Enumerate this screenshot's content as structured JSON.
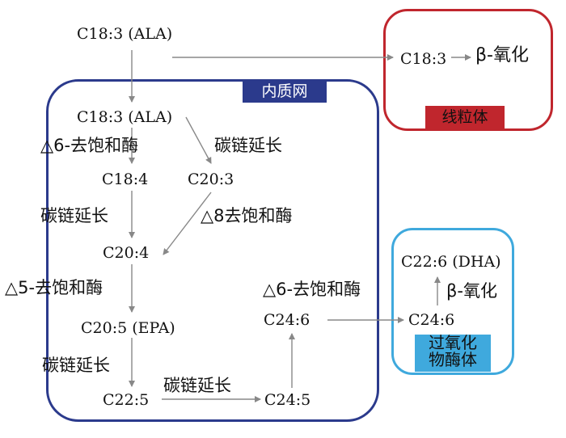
{
  "colors": {
    "er_border": "#2b3a8c",
    "er_tag_bg": "#2b3a8c",
    "mito_border": "#c0262d",
    "mito_tag_bg": "#c0262d",
    "perox_border": "#3fa9dd",
    "perox_tag_bg": "#3fa9dd",
    "arrow": "#888888",
    "text": "#111111"
  },
  "regions": {
    "er": "内质网",
    "mito": "线粒体",
    "perox_line1": "过氧化",
    "perox_line2": "物酶体"
  },
  "nodes": {
    "ala_top": "C18:3 (ALA)",
    "mito_c183": "C18:3",
    "mito_beta": "β-氧化",
    "ala_er": "C18:3 (ALA)",
    "c184": "C18:4",
    "c203": "C20:3",
    "c204": "C20:4",
    "c205": "C20:5 (EPA)",
    "c225": "C22:5",
    "c245": "C24:5",
    "c246_er": "C24:6",
    "c246_perox": "C24:6",
    "dha": "C22:6 (DHA)"
  },
  "steps": {
    "d6_a": "△6-去饱和酶",
    "elong_a": "碳链延长",
    "elong_b": "碳链延长",
    "d8": "△8去饱和酶",
    "d5": "△5-去饱和酶",
    "elong_c": "碳链延长",
    "elong_d": "碳链延长",
    "d6_b": "△6-去饱和酶",
    "beta_perox": "β-氧化"
  }
}
